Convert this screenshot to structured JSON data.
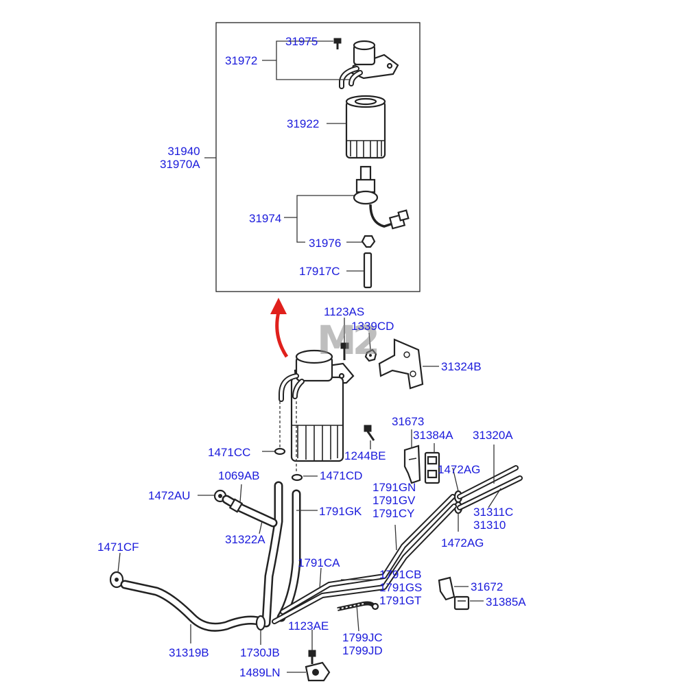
{
  "diagram": {
    "watermark": "M2",
    "labels": {
      "l31975": "31975",
      "l31972": "31972",
      "l31922": "31922",
      "l31940": "31940\n31970A",
      "l31974": "31974",
      "l31976": "31976",
      "l17917C": "17917C",
      "l1123AS": "1123AS",
      "l1339CD": "1339CD",
      "l31324B": "31324B",
      "l31673": "31673",
      "l31384A": "31384A",
      "l31320A": "31320A",
      "l1244BE": "1244BE",
      "l1471CC": "1471CC",
      "l1472AG_1": "1472AG",
      "l1069AB": "1069AB",
      "l1471CD": "1471CD",
      "l1791GN": "1791GN\n1791GV\n1791CY",
      "l1472AU": "1472AU",
      "l1791GK": "1791GK",
      "l31311C": "31311C\n31310",
      "l31322A": "31322A",
      "l1472AG_2": "1472AG",
      "l1471CF": "1471CF",
      "l1791CA": "1791CA",
      "l1791CB": "1791CB\n1791GS\n1791GT",
      "l31672": "31672",
      "l31385A": "31385A",
      "l1123AE": "1123AE",
      "l1799JC": "1799JC\n1799JD",
      "l31319B": "31319B",
      "l1730JB": "1730JB",
      "l1489LN": "1489LN"
    },
    "colors": {
      "label": "#1a1adb",
      "arrow": "#e0201c",
      "line": "#222222"
    }
  }
}
